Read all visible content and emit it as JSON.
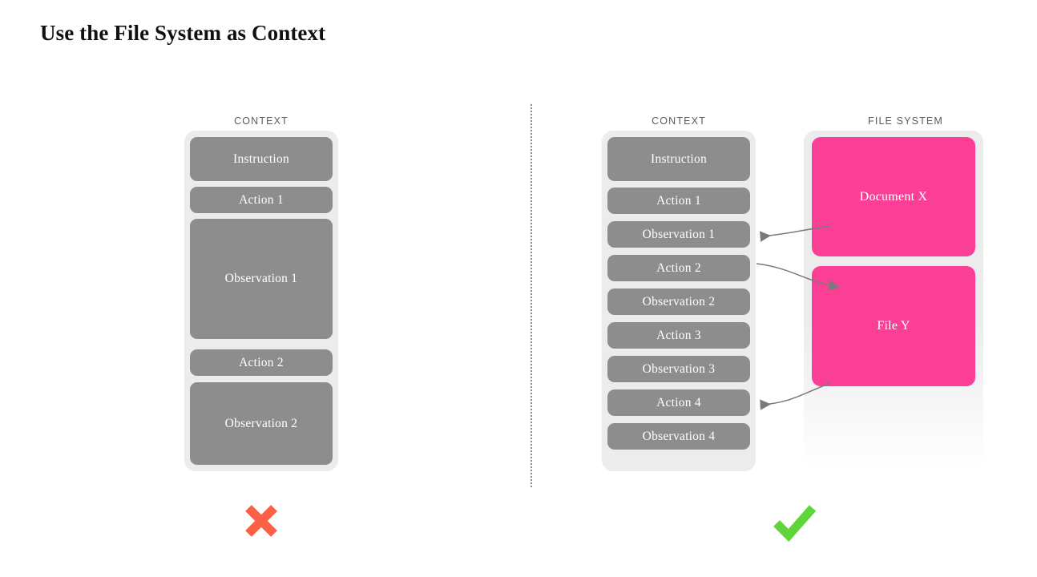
{
  "page": {
    "title": "Use the File System as Context",
    "background_color": "#ffffff"
  },
  "colors": {
    "panel_background": "#ececec",
    "block_gray": "#8d8d8d",
    "block_pink": "#fb3e96",
    "label_gray": "#5b5b5b",
    "arrow_gray": "#7a7a7a",
    "cross_red": "#fc6044",
    "check_green": "#5ed63a",
    "divider_gray": "#8a8a8a"
  },
  "left_example": {
    "verdict": "cross",
    "verdict_icon": "cross-icon",
    "context": {
      "label": "CONTEXT",
      "blocks": [
        {
          "text": "Instruction",
          "kind": "gray"
        },
        {
          "text": "Action 1",
          "kind": "gray"
        },
        {
          "text": "Observation 1",
          "kind": "gray"
        },
        {
          "text": "Action 2",
          "kind": "gray"
        },
        {
          "text": "Observation 2",
          "kind": "gray"
        }
      ]
    }
  },
  "right_example": {
    "verdict": "check",
    "verdict_icon": "check-icon",
    "context": {
      "label": "CONTEXT",
      "blocks": [
        {
          "text": "Instruction",
          "kind": "gray"
        },
        {
          "text": "Action 1",
          "kind": "gray"
        },
        {
          "text": "Observation 1",
          "kind": "gray"
        },
        {
          "text": "Action 2",
          "kind": "gray"
        },
        {
          "text": "Observation 2",
          "kind": "gray"
        },
        {
          "text": "Action 3",
          "kind": "gray"
        },
        {
          "text": "Observation 3",
          "kind": "gray"
        },
        {
          "text": "Action 4",
          "kind": "gray"
        },
        {
          "text": "Observation 4",
          "kind": "gray"
        }
      ]
    },
    "filesystem": {
      "label": "FILE SYSTEM",
      "blocks": [
        {
          "text": "Document X",
          "kind": "pink"
        },
        {
          "text": "File Y",
          "kind": "pink"
        }
      ]
    },
    "arrows": [
      {
        "from": "Document X",
        "to": "Observation 1",
        "direction": "left"
      },
      {
        "from": "Action 2",
        "to": "File Y",
        "direction": "right"
      },
      {
        "from": "File Y",
        "to": "Action 4",
        "direction": "left"
      }
    ]
  }
}
